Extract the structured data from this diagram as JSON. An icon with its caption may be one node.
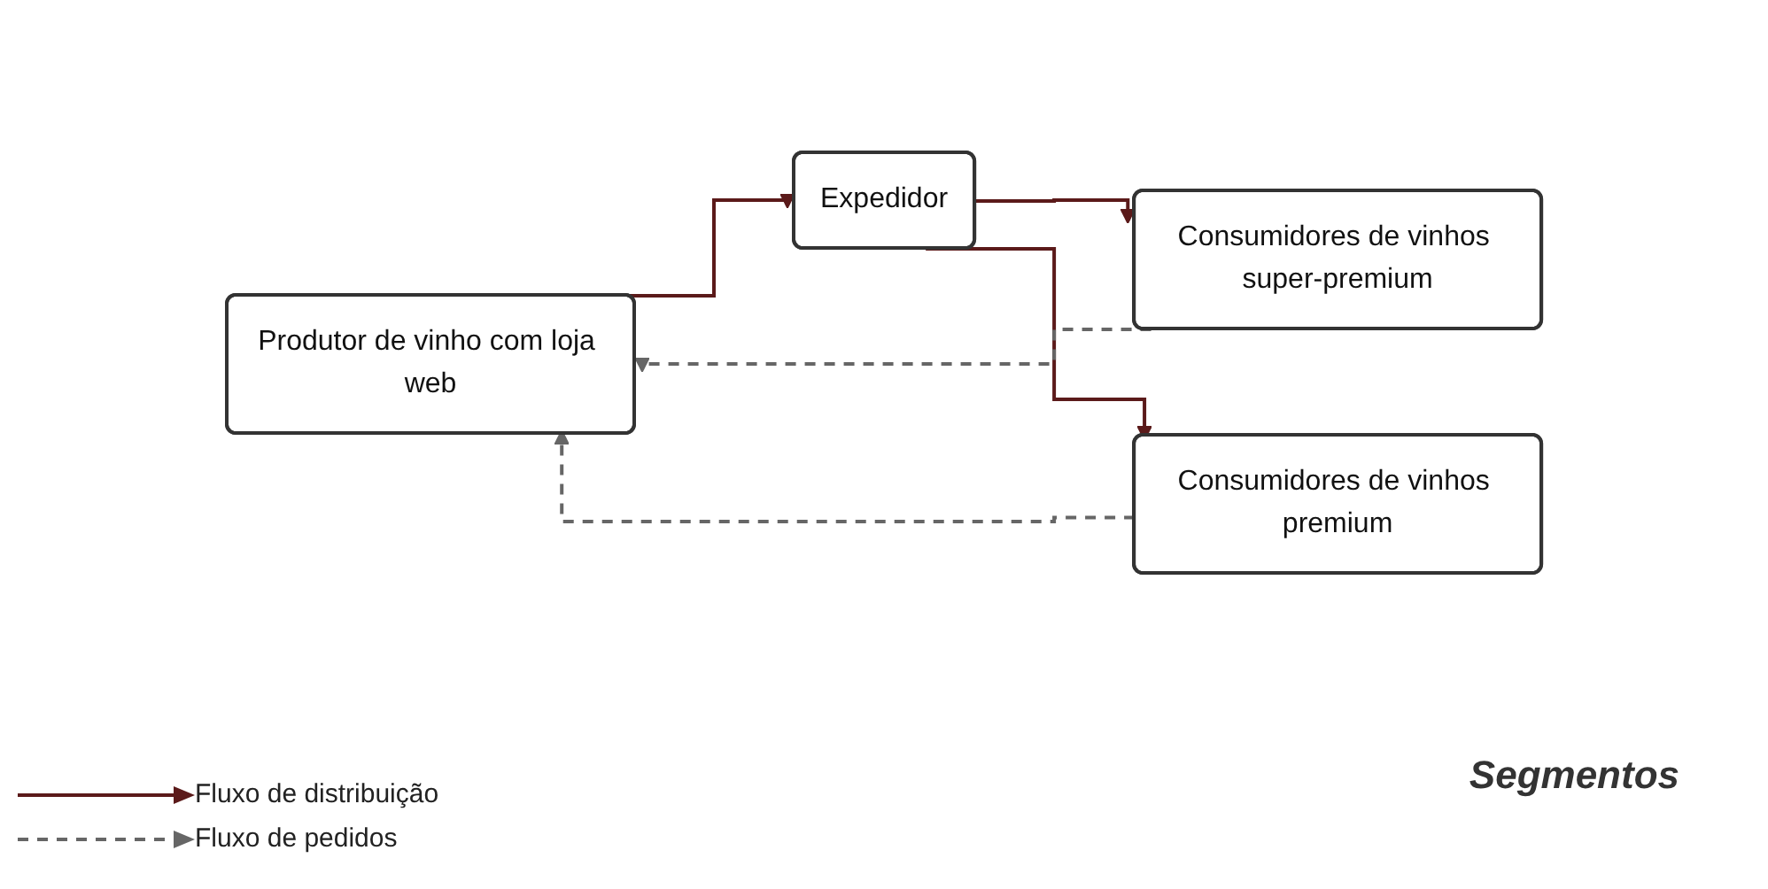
{
  "diagram": {
    "nodes": [
      {
        "text": [
          "Produtor de vinho com loja web"
        ]
      },
      {
        "text": [
          "Expedidor"
        ]
      },
      {
        "text": [
          "Consumidores de vinhos super-premium"
        ]
      },
      {
        "text": [
          "Consumidores de vinhos premium"
        ]
      }
    ],
    "edges": [
      {
        "from": 0,
        "to": 1,
        "arrow": "to"
      },
      {
        "from": 1,
        "to": 2,
        "arrow": "to"
      },
      {
        "from": 1,
        "to": 3,
        "arrow": "to"
      },
      {
        "from": 2,
        "to": 0,
        "arrow": "to",
        "style": "dashed",
        "color": "#666666"
      },
      {
        "from": 3,
        "to": 0,
        "arrow": "to",
        "style": "dashed",
        "color": "#666666"
      }
    ],
    "labels": [
      "Segmentos"
    ],
    "legend": [
      {
        "text": "Fluxo de distribuição"
      },
      {
        "text": "Fluxo de pedidos"
      }
    ]
  }
}
